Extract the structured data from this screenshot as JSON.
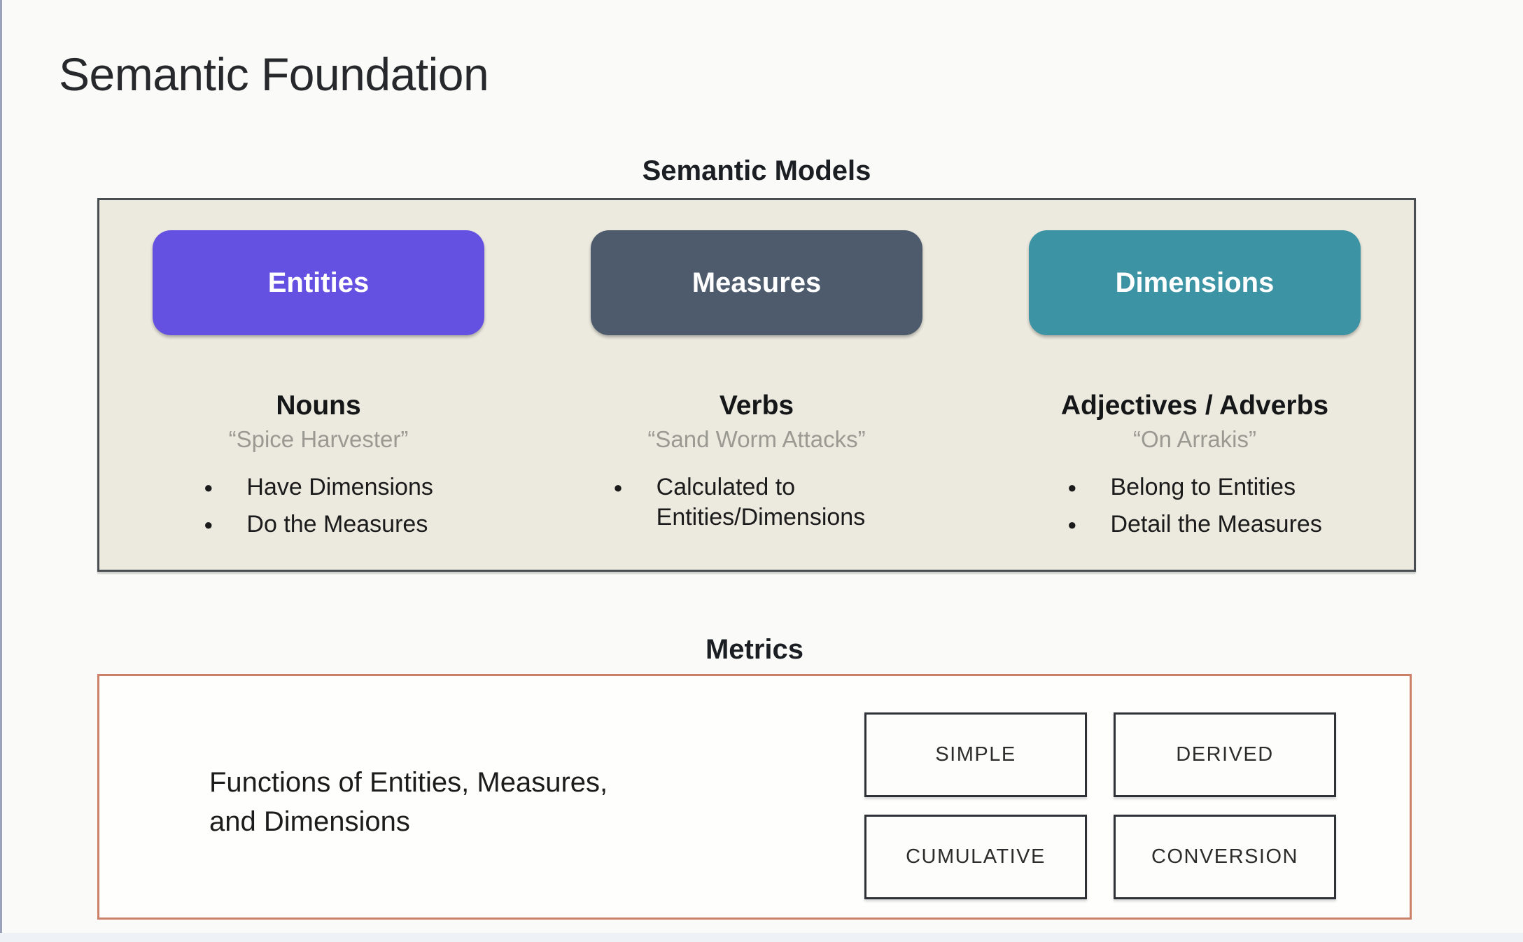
{
  "slide": {
    "title": "Semantic Foundation"
  },
  "glyphs": {
    "bullet": "●"
  },
  "colors": {
    "models_box_bg": "#ECEADF",
    "models_box_border": "#494E53",
    "metrics_box_border": "#CC8067",
    "entities_pill": "#6551E1",
    "measures_pill": "#4E5B6D",
    "dimensions_pill": "#3C93A3"
  },
  "semantic_models": {
    "heading": "Semantic Models",
    "columns": [
      {
        "pill": "Entities",
        "heading": "Nouns",
        "quote": "“Spice Harvester”",
        "bullets": [
          "Have Dimensions",
          "Do the Measures"
        ]
      },
      {
        "pill": "Measures",
        "heading": "Verbs",
        "quote": "“Sand Worm Attacks”",
        "bullets": [
          "Calculated to Entities/Dimensions"
        ]
      },
      {
        "pill": "Dimensions",
        "heading": "Adjectives / Adverbs",
        "quote": "“On Arrakis”",
        "bullets": [
          "Belong to Entities",
          "Detail the Measures"
        ]
      }
    ]
  },
  "metrics": {
    "heading": "Metrics",
    "description_lines": [
      "Functions of Entities, Measures,",
      "and Dimensions"
    ],
    "types": [
      "SIMPLE",
      "DERIVED",
      "CUMULATIVE",
      "CONVERSION"
    ]
  }
}
